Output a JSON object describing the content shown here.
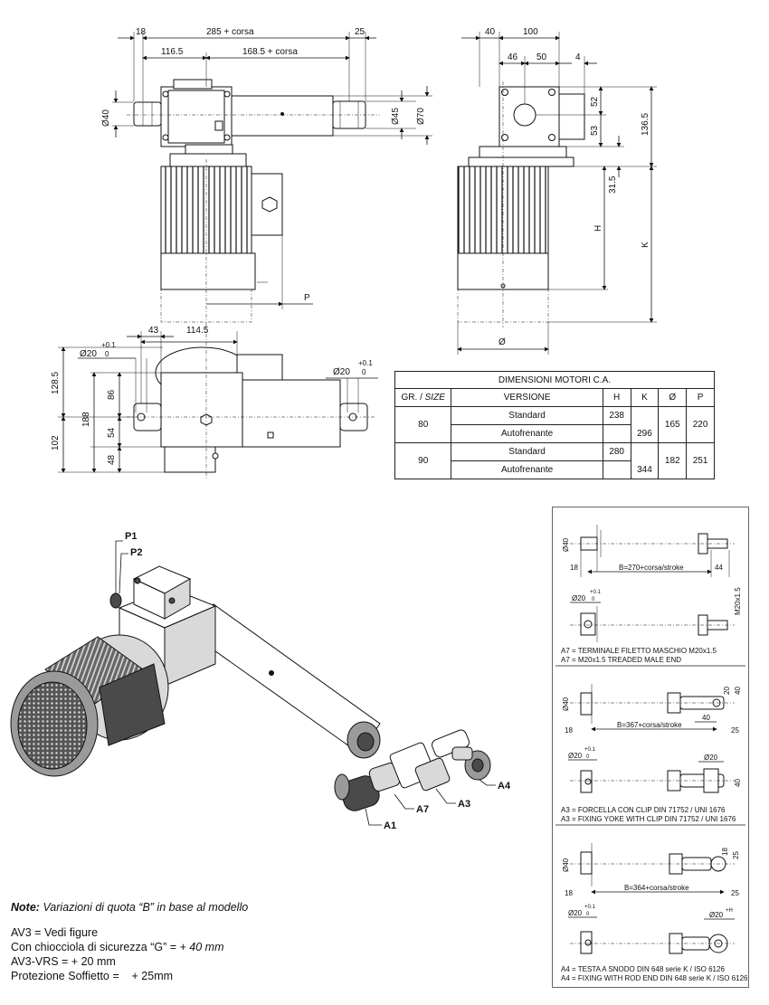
{
  "top_left_dims": {
    "d18": "18",
    "d285": "285 + corsa",
    "d25": "25",
    "d116": "116.5",
    "d168": "168.5 + corsa",
    "phi40": "Ø40",
    "phi45": "Ø45",
    "phi70": "Ø70",
    "p": "P"
  },
  "top_right_dims": {
    "d40": "40",
    "d100": "100",
    "d46": "46",
    "d50": "50",
    "d4": "4",
    "d52": "52",
    "d53": "53",
    "d136": "136.5",
    "d31": "31.5",
    "h": "H",
    "k": "K",
    "phi": "Ø"
  },
  "mid_left_dims": {
    "d43": "43",
    "d114": "114.5",
    "phi20a": "Ø20",
    "tol_a_top": "+0.1",
    "tol_a_bot": "0",
    "phi20b": "Ø20",
    "tol_b_top": "+0.1",
    "tol_b_bot": "0",
    "d128": "128.5",
    "d86": "86",
    "d188": "188",
    "d54": "54",
    "d102": "102",
    "d48": "48"
  },
  "motor_table": {
    "title": "DIMENSIONI MOTORI C.A.",
    "headers": {
      "gr": "GR. / ",
      "size": "SIZE",
      "versione": "VERSIONE",
      "h": "H",
      "k": "K",
      "phi": "Ø",
      "p": "P"
    },
    "rows": [
      {
        "gr": "80",
        "v1": "Standard",
        "v2": "Autofrenante",
        "h": "238",
        "k": "296",
        "phi": "165",
        "p": "220"
      },
      {
        "gr": "90",
        "v1": "Standard",
        "v2": "Autofrenante",
        "h": "280",
        "k": "344",
        "phi": "182",
        "p": "251"
      }
    ]
  },
  "callouts": {
    "p1": "P1",
    "p2": "P2",
    "a1": "A1",
    "a7": "A7",
    "a3": "A3",
    "a4": "A4"
  },
  "panels": [
    {
      "phi40": "Ø40",
      "d18": "18",
      "b": "B=270+corsa/stroke",
      "d44": "44",
      "phi20": "Ø20",
      "tol": "+0.1",
      "tol0": "0",
      "thread": "M20x1.5",
      "cap_it": "A7 = TERMINALE FILETTO MASCHIO M20x1.5",
      "cap_en": "A7 = M20x1.5 TREADED MALE END"
    },
    {
      "phi40": "Ø40",
      "d18": "18",
      "b": "B=367+corsa/stroke",
      "d25": "25",
      "d40": "40",
      "d20v": "20",
      "d40v": "40",
      "phi20a": "Ø20",
      "tol": "+0.1",
      "tol0": "0",
      "phi20b": "Ø20",
      "d40b": "40",
      "cap_it": "A3 = FORCELLA CON CLIP DIN 71752 / UNI 1676",
      "cap_en": "A3 = FIXING YOKE WITH CLIP DIN 71752 / UNI 1676"
    },
    {
      "phi40": "Ø40",
      "d18": "18",
      "b": "B=364+corsa/stroke",
      "d25": "25",
      "d18v": "18",
      "d25v": "25",
      "phi20a": "Ø20",
      "tol": "+0.1",
      "tol0": "0",
      "phi20b": "Ø20",
      "tolb": "+H",
      "cap_it": "A4 = TESTA A SNODO DIN 648 serie K / ISO 6126",
      "cap_en": "A4 = FIXING WITH ROD END DIN 648 serie K / ISO 6126"
    }
  ],
  "notes": {
    "label": "Note:",
    "heading": "Variazioni di quota “B” in base al modello",
    "l1": "AV3 = Vedi figure",
    "l2a": "Con chiocciola di sicurezza “G” = ",
    "l2b": "+ 40 mm",
    "l3": "AV3-VRS = + 20 mm",
    "l4": "Protezione Soffietto =    + 25mm"
  }
}
